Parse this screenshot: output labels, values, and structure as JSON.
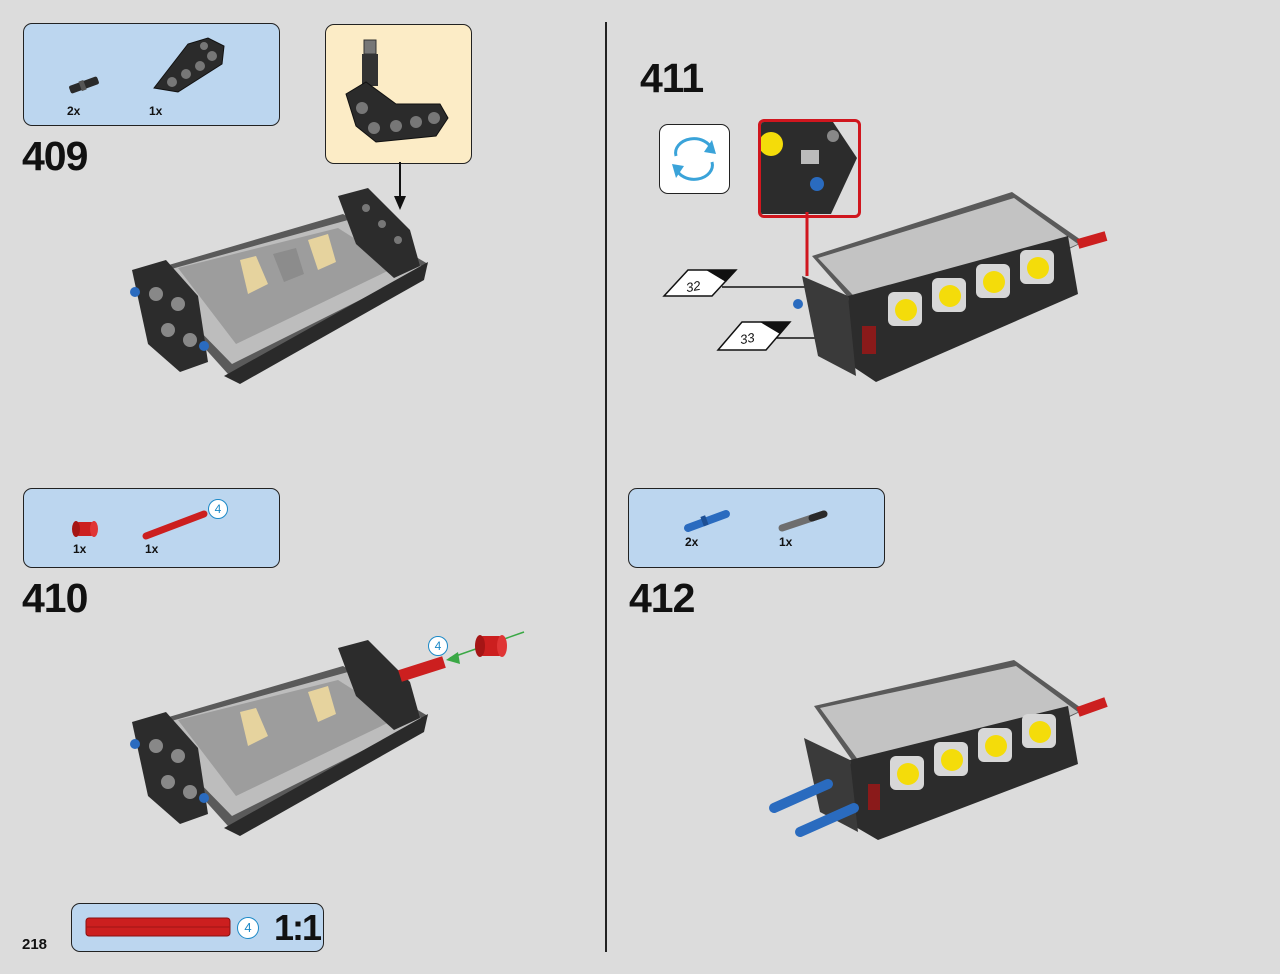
{
  "page_number": "218",
  "steps": [
    {
      "number": "409",
      "parts": [
        {
          "qty": "2x",
          "icon": "black-axle-pin-icon"
        },
        {
          "qty": "1x",
          "icon": "black-triangle-beam-icon"
        }
      ]
    },
    {
      "number": "410",
      "parts": [
        {
          "qty": "1x",
          "icon": "red-bush-icon"
        },
        {
          "qty": "1x",
          "icon": "red-axle-icon",
          "length_badge": "4"
        }
      ],
      "assembly_badge": "4"
    },
    {
      "number": "411",
      "subassembly_refs": [
        "32",
        "33"
      ],
      "rotate_icon": "rotate-model-icon"
    },
    {
      "number": "412",
      "parts": [
        {
          "qty": "2x",
          "icon": "blue-axle-pin-icon"
        },
        {
          "qty": "1x",
          "icon": "gray-axle-icon"
        }
      ]
    }
  ],
  "scale_reference": {
    "length_badge": "4",
    "label": "1:1"
  },
  "colors": {
    "parts_box": "#bcd6ef",
    "callout": "#fcecc6",
    "background": "#dcdcdc",
    "red": "#cc1f1f",
    "blue": "#2a6bbf",
    "yellow": "#f4dc0a",
    "callout_red": "#d0161e"
  }
}
